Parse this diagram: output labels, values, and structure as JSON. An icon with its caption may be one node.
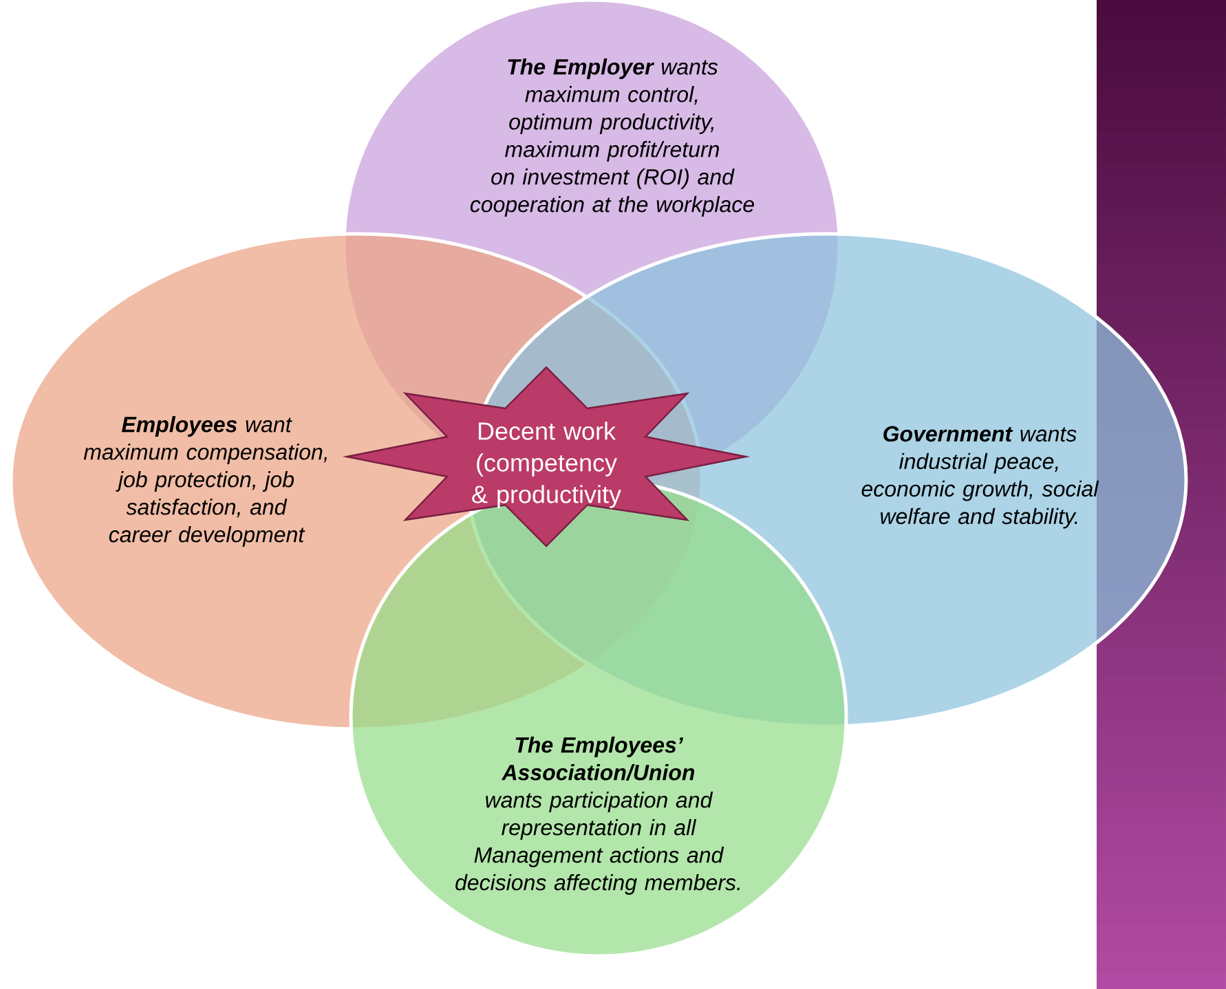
{
  "diagram": {
    "nodes": [
      {
        "text": [
          "**The Employer** wants maximum control, optimum productivity, maximum profit/return on investment (ROI) and cooperation at the workplace"
        ]
      },
      {
        "text": [
          "**Employees** want maximum compensation, job protection, job satisfaction, and career development"
        ]
      },
      {
        "text": [
          "**Government** wants industrial peace, economic growth, social welfare and stability."
        ]
      },
      {
        "text": [
          "**The Employees’ Association/Union** wants participation and representation in all Management actions and decisions affecting members."
        ]
      },
      {
        "text": [
          "Decent work (competency & productivity"
        ]
      }
    ]
  }
}
